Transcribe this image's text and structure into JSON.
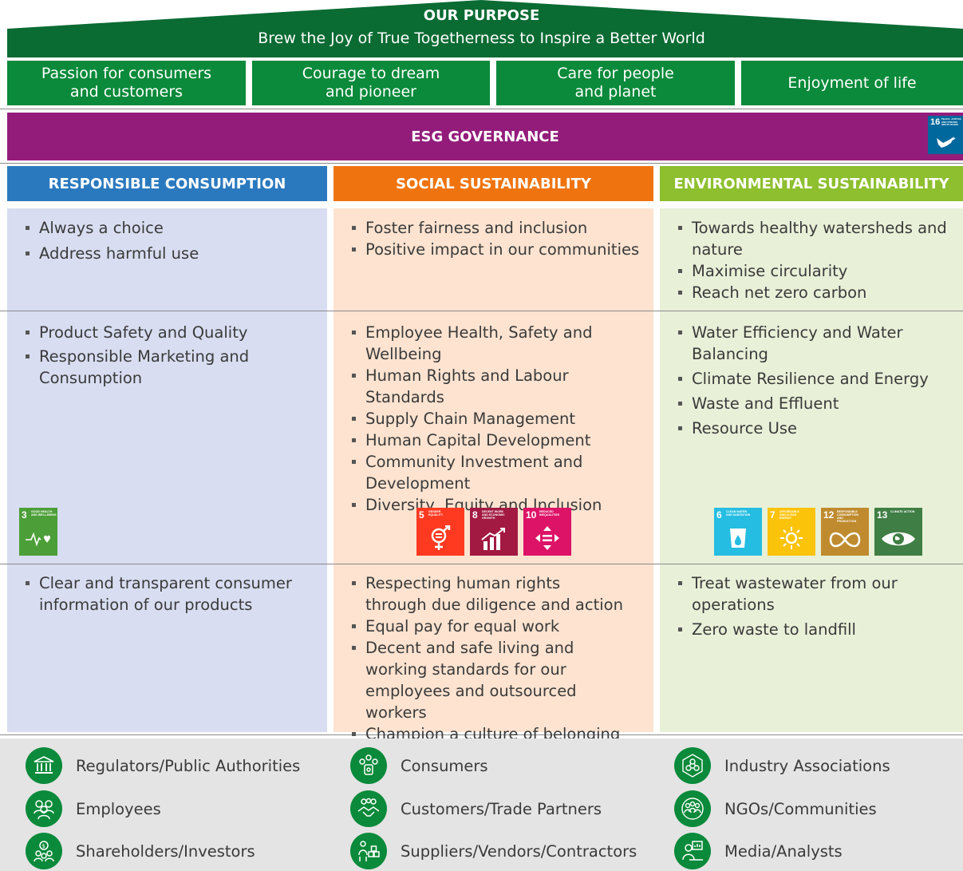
{
  "purpose": {
    "title": "OUR PURPOSE",
    "subtitle": "Brew the Joy of True Togetherness to Inspire a Better World"
  },
  "values": [
    {
      "line1": "Passion for consumers",
      "line2": "and customers"
    },
    {
      "line1": "Courage to dream",
      "line2": "and pioneer"
    },
    {
      "line1": "Care for people",
      "line2": "and planet"
    },
    {
      "line1": "Enjoyment of life",
      "line2": ""
    }
  ],
  "governance": {
    "label": "ESG GOVERNANCE",
    "sdg": {
      "number": "16",
      "title": "PEACE, JUSTICE AND STRONG INSTITUTIONS",
      "icon": "dove-icon",
      "color": "#00689d"
    }
  },
  "pillars": [
    {
      "title": "RESPONSIBLE CONSUMPTION",
      "header_color": "#2a79be",
      "bg_color": "#d8ddf1",
      "ambitions": [
        "Always a choice",
        "Address harmful use"
      ],
      "topics": [
        "Product Safety and Quality",
        "Responsible Marketing and Consumption"
      ],
      "sdgs": [
        {
          "number": "3",
          "title": "GOOD HEALTH AND WELL-BEING",
          "icon": "heartbeat-icon",
          "color": "#4c9f38"
        }
      ],
      "commitments": [
        "Clear and transparent consumer information of our products"
      ]
    },
    {
      "title": "SOCIAL SUSTAINABILITY",
      "header_color": "#ef7410",
      "bg_color": "#fde3d0",
      "ambitions": [
        "Foster fairness and inclusion",
        "Positive impact in our communities"
      ],
      "topics": [
        "Employee Health, Safety and Wellbeing",
        "Human Rights and Labour Standards",
        "Supply Chain Management",
        "Human Capital Development",
        "Community Investment and Development",
        "Diversity, Equity and Inclusion"
      ],
      "sdgs": [
        {
          "number": "5",
          "title": "GENDER EQUALITY",
          "icon": "gender-equality-icon",
          "color": "#ff3a21"
        },
        {
          "number": "8",
          "title": "DECENT WORK AND ECONOMIC GROWTH",
          "icon": "growth-chart-icon",
          "color": "#a21942"
        },
        {
          "number": "10",
          "title": "REDUCED INEQUALITIES",
          "icon": "equality-arrows-icon",
          "color": "#dd1367"
        }
      ],
      "commitments": [
        "Respecting human rights through due diligence and action",
        "Equal pay for equal work",
        "Decent and safe living and working standards for our employees and outsourced workers",
        "Champion a culture of belonging"
      ]
    },
    {
      "title": "ENVIRONMENTAL SUSTAINABILITY",
      "header_color": "#8dbf2e",
      "bg_color": "#e8f0d8",
      "ambitions": [
        "Towards healthy watersheds and nature",
        "Maximise circularity",
        "Reach net zero carbon"
      ],
      "topics": [
        "Water Efficiency and Water Balancing",
        "Climate Resilience and Energy",
        "Waste and Effluent",
        "Resource Use"
      ],
      "sdgs": [
        {
          "number": "6",
          "title": "CLEAN WATER AND SANITATION",
          "icon": "water-drop-icon",
          "color": "#26bde2"
        },
        {
          "number": "7",
          "title": "AFFORDABLE AND CLEAN ENERGY",
          "icon": "sun-icon",
          "color": "#fcc30b"
        },
        {
          "number": "12",
          "title": "RESPONSIBLE CONSUMPTION AND PRODUCTION",
          "icon": "infinity-icon",
          "color": "#bf8b2e"
        },
        {
          "number": "13",
          "title": "CLIMATE ACTION",
          "icon": "eye-globe-icon",
          "color": "#3f7e44"
        }
      ],
      "commitments": [
        "Treat wastewater from our operations",
        "Zero waste to landfill"
      ]
    }
  ],
  "stakeholders": [
    {
      "label": "Regulators/Public Authorities",
      "icon": "government-building-icon"
    },
    {
      "label": "Employees",
      "icon": "people-group-icon"
    },
    {
      "label": "Shareholders/Investors",
      "icon": "investor-icon"
    },
    {
      "label": "Consumers",
      "icon": "consumer-icon"
    },
    {
      "label": "Customers/Trade Partners",
      "icon": "handshake-icon"
    },
    {
      "label": "Suppliers/Vendors/Contractors",
      "icon": "supplier-icon"
    },
    {
      "label": "Industry Associations",
      "icon": "network-icon"
    },
    {
      "label": "NGOs/Communities",
      "icon": "community-icon"
    },
    {
      "label": "Media/Analysts",
      "icon": "media-icon"
    }
  ],
  "colors": {
    "purpose_green": "#0a6b33",
    "value_green": "#0a8a3a",
    "governance_purple": "#931c7b",
    "stakeholder_band": "#e4e4e4"
  }
}
